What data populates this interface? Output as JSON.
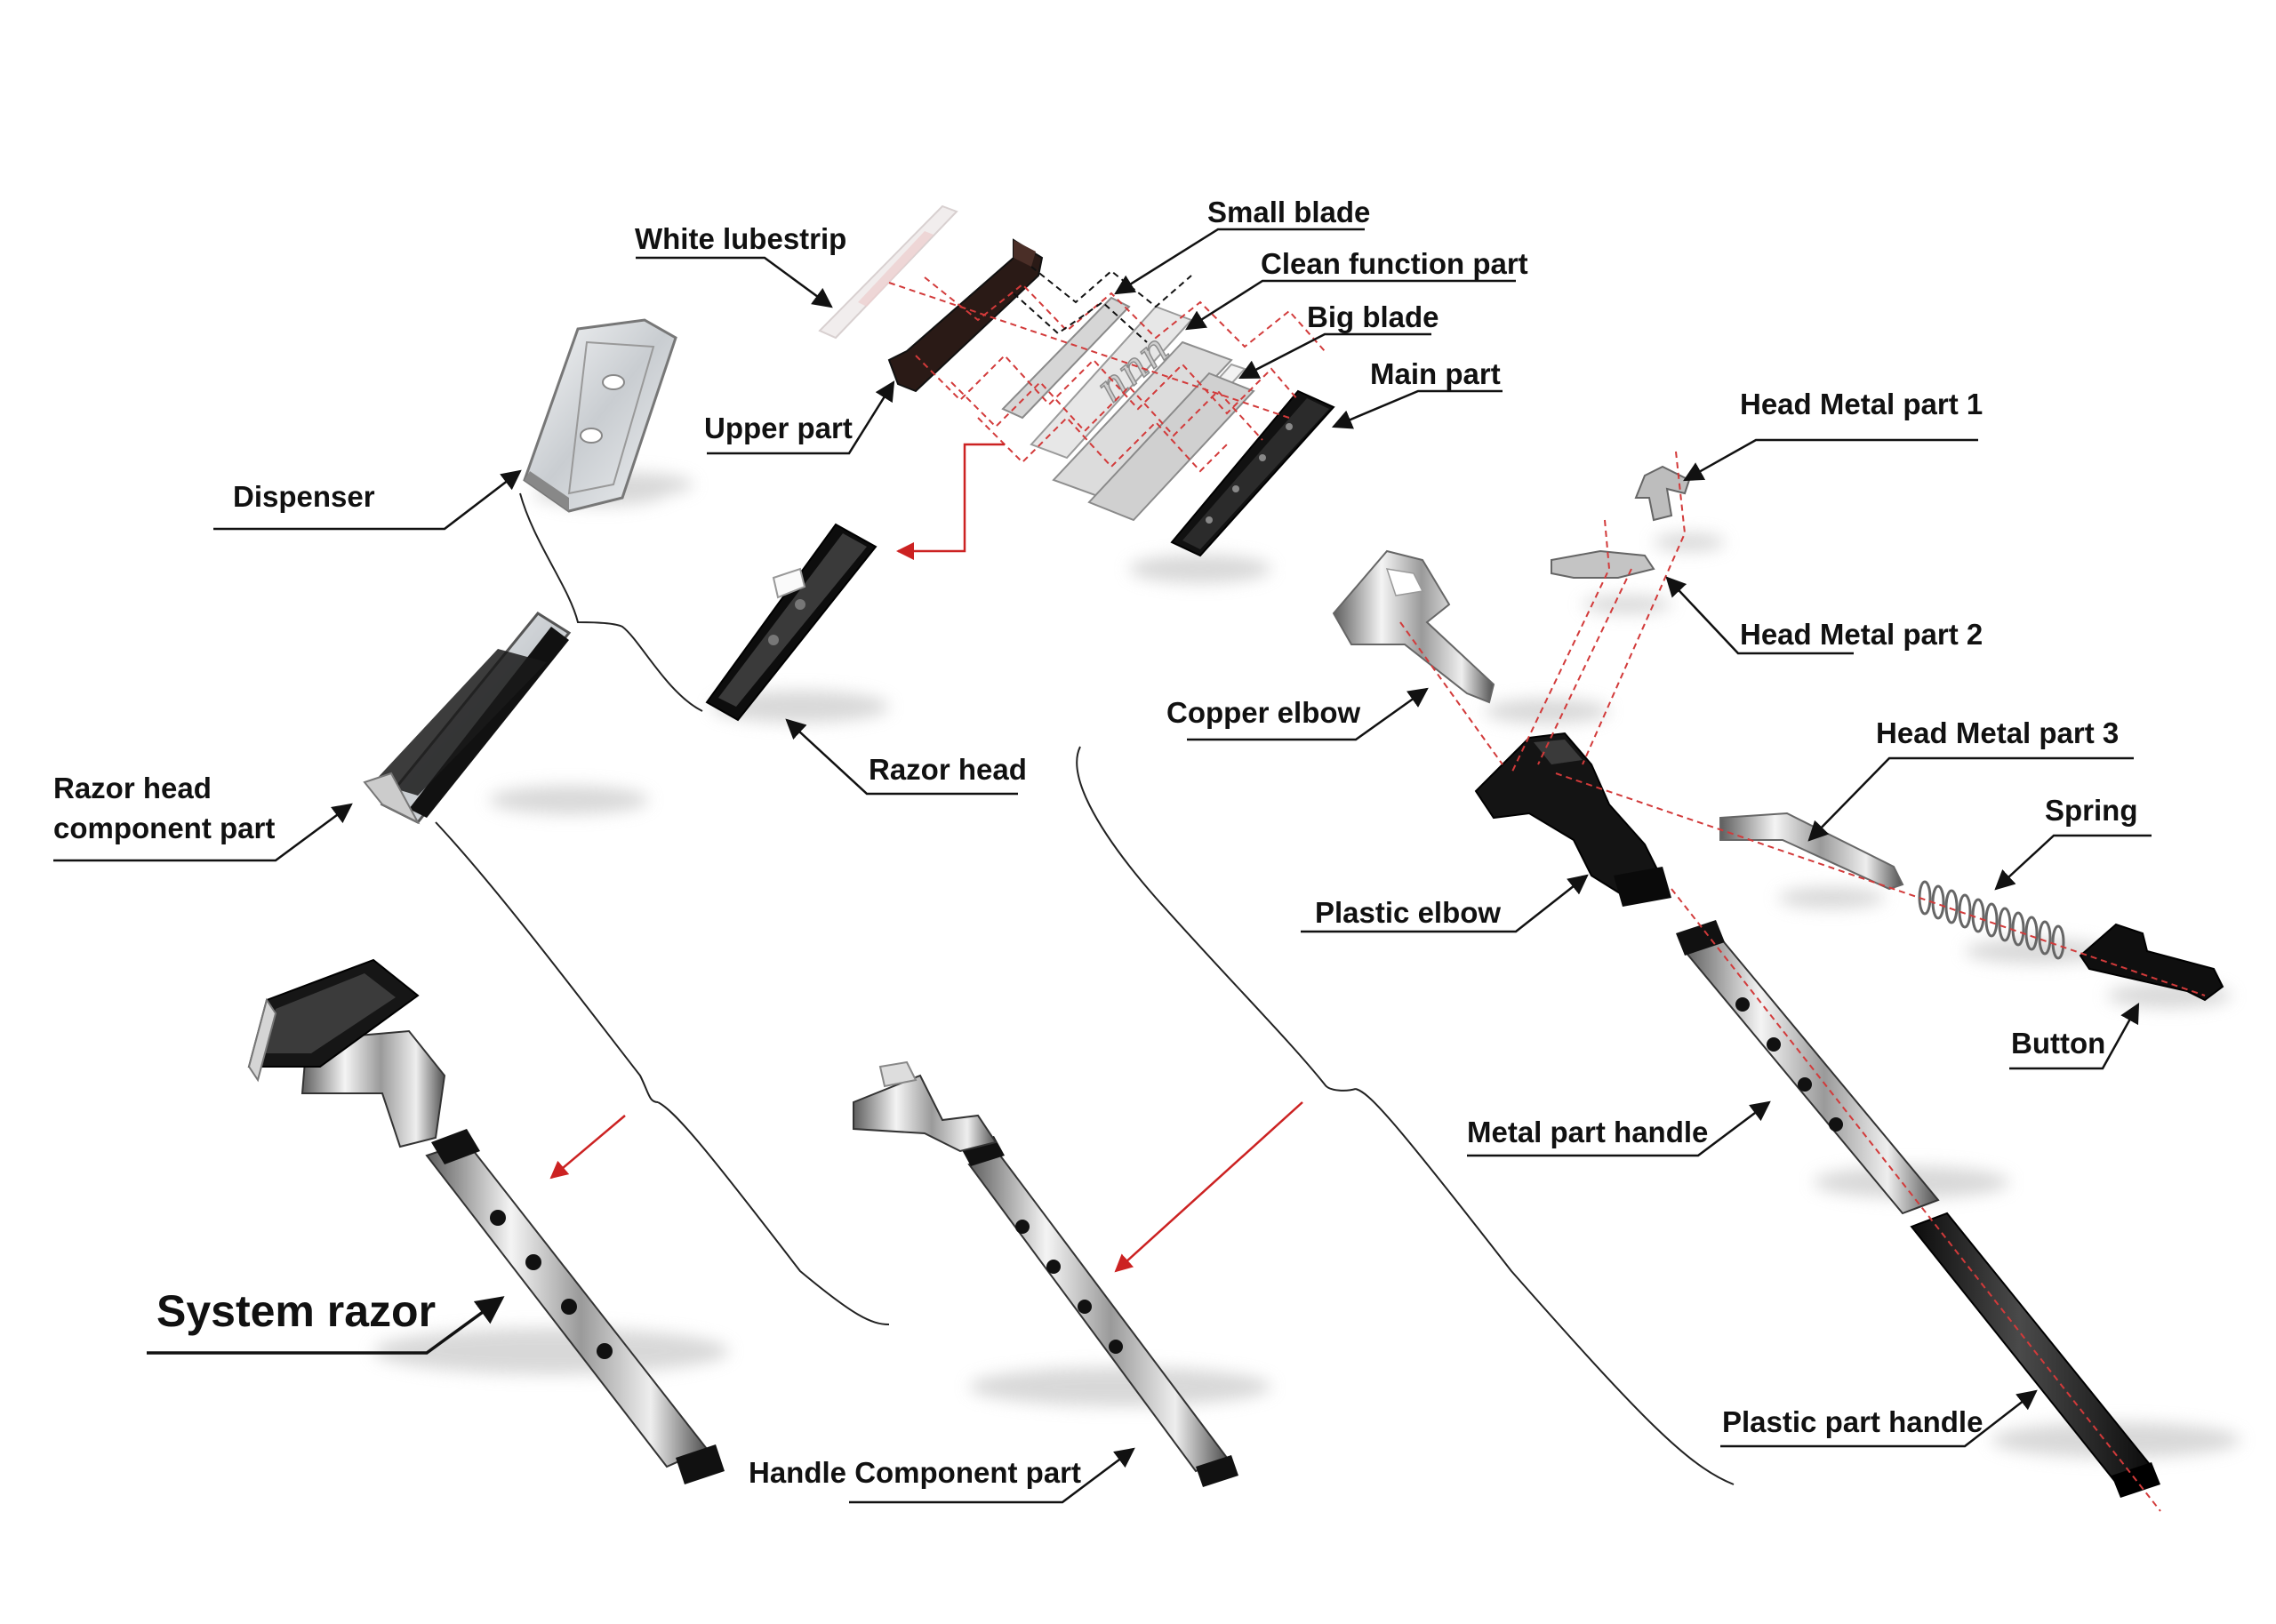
{
  "diagram": {
    "title": "System razor",
    "labels": {
      "white_lubestrip": "White lubestrip",
      "small_blade": "Small blade",
      "clean_function_part": "Clean function part",
      "big_blade": "Big blade",
      "main_part": "Main part",
      "upper_part": "Upper part",
      "dispenser": "Dispenser",
      "razor_head": "Razor head",
      "razor_head_component_part_line1": "Razor head",
      "razor_head_component_part_line2": "component part",
      "head_metal_part_1": "Head Metal part 1",
      "head_metal_part_2": "Head Metal part 2",
      "head_metal_part_3": "Head Metal part 3",
      "copper_elbow": "Copper elbow",
      "plastic_elbow": "Plastic elbow",
      "spring": "Spring",
      "button": "Button",
      "metal_part_handle": "Metal part handle",
      "plastic_part_handle": "Plastic part handle",
      "handle_component_part": "Handle Component part",
      "system_razor": "System razor"
    },
    "colors": {
      "text": "#111111",
      "leader_line": "#111111",
      "red_arrow": "#cc2222",
      "red_dash": "#d23a3a",
      "black_plastic": "#1c1c1c",
      "chrome_light": "#e6e6e6",
      "chrome_dark": "#7a7a7a",
      "clear_plastic": "#d9dde0",
      "shadow": "#cfcfcf"
    }
  }
}
